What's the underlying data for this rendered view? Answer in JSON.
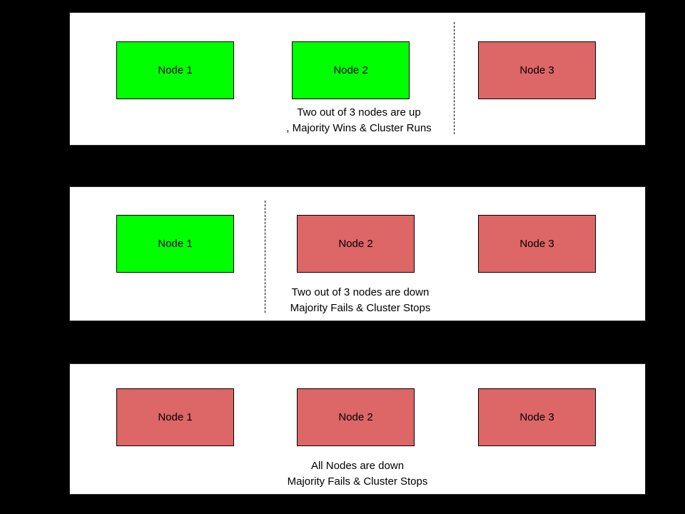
{
  "colors": {
    "background": "#000000",
    "panel_bg": "#ffffff",
    "node_up": "#00ff00",
    "node_down": "#dd6666",
    "box_border": "#000000",
    "text": "#000000"
  },
  "panels": [
    {
      "name": "two-nodes-up",
      "nodes": [
        {
          "label": "Node 1",
          "status": "up"
        },
        {
          "label": "Node 2",
          "status": "up"
        },
        {
          "label": "Node 3",
          "status": "down"
        }
      ],
      "divider": "between Node 2 and Node 3",
      "caption_line1": "Two out of 3 nodes are up",
      "caption_line2": ", Majority Wins & Cluster Runs"
    },
    {
      "name": "two-nodes-down",
      "nodes": [
        {
          "label": "Node 1",
          "status": "up"
        },
        {
          "label": "Node 2",
          "status": "down"
        },
        {
          "label": "Node 3",
          "status": "down"
        }
      ],
      "divider": "between Node 1 and Node 2",
      "caption_line1": "Two out of 3 nodes are down",
      "caption_line2": "Majority Fails & Cluster Stops"
    },
    {
      "name": "all-nodes-down",
      "nodes": [
        {
          "label": "Node 1",
          "status": "down"
        },
        {
          "label": "Node 2",
          "status": "down"
        },
        {
          "label": "Node 3",
          "status": "down"
        }
      ],
      "divider": null,
      "caption_line1": "All Nodes are down",
      "caption_line2": "Majority Fails & Cluster Stops"
    }
  ]
}
